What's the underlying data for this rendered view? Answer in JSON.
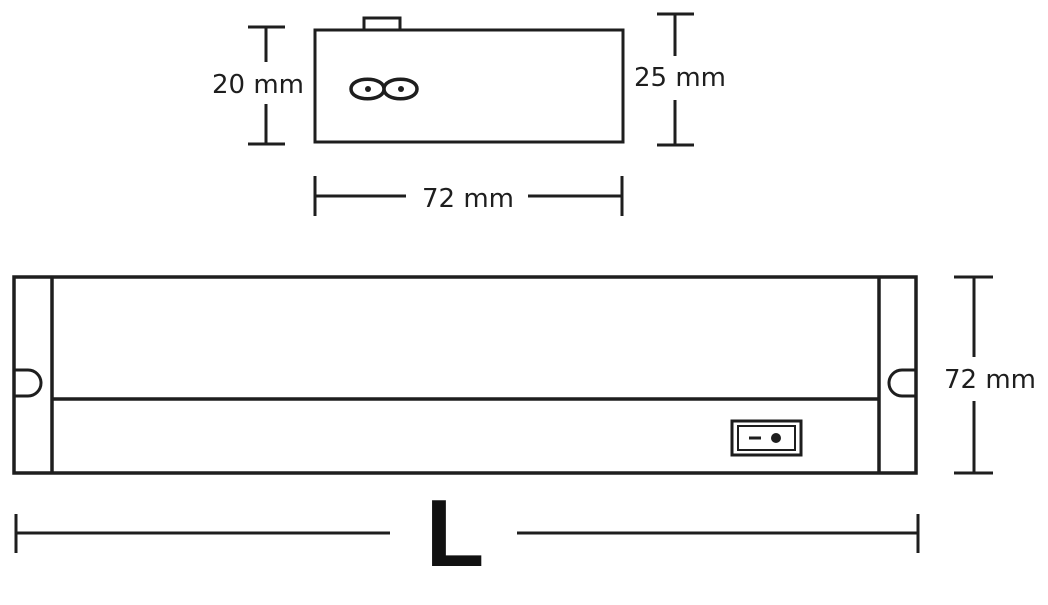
{
  "top_view": {
    "height_left": "20 mm",
    "height_right": "25 mm",
    "width": "72 mm"
  },
  "front_view": {
    "height": "72 mm",
    "length_symbol": "L"
  },
  "colors": {
    "line": "#1e1e1e",
    "background": "#ffffff"
  }
}
